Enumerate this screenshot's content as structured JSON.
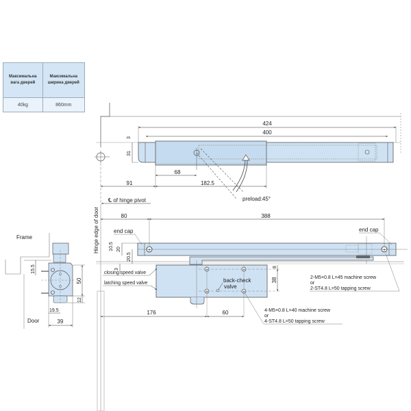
{
  "spec_table": {
    "headers": [
      "Максимальна вага дверей",
      "Максимальна ширина дверей"
    ],
    "values": [
      "40kg",
      "860mm"
    ]
  },
  "top_view": {
    "dims": {
      "overall_length": "424",
      "body_length": "400",
      "gap": "3",
      "height": "31",
      "arm_offset": "68",
      "pivot_offset": "91",
      "arm_length": "182.5"
    },
    "labels": {
      "hinge_pivot": "℄ of hinge pivot",
      "preload": "preload:45°"
    }
  },
  "front_view": {
    "dims": {
      "left_offset": "80",
      "screw_span": "388",
      "d10_5": "10.5",
      "d20": "20",
      "d20_5": "20.5",
      "d3": "3",
      "d8": "8",
      "d38": "38",
      "d176": "176",
      "d60": "60"
    },
    "labels": {
      "hinge_edge": "Hinge edge of door",
      "end_cap_left": "end cap",
      "end_cap_right": "end cap",
      "closing_valve": "closing speed valve",
      "latching_valve": "latching speed valve",
      "back_check_1": "back-check",
      "back_check_2": "valve",
      "screw_note_2_a": "2-M5×0.8 L=45 machine screw",
      "screw_note_2_b": "or",
      "screw_note_2_c": "2-ST4.8 L=50 tapping screw",
      "screw_note_4_a": "4-M5×0.8 L=40 machine screw",
      "screw_note_4_b": "or",
      "screw_note_4_c": "4-ST4.8 L=50 tapping screw"
    }
  },
  "side_view": {
    "labels": {
      "frame": "Frame",
      "door": "Door"
    },
    "dims": {
      "d15_5": "15.5",
      "d50": "50",
      "d12": "12",
      "d19_5": "19.5",
      "d39": "39"
    }
  },
  "colors": {
    "body_fill": "#cfe2f3",
    "outline": "#555555",
    "table_header": "#d4e6f5"
  }
}
